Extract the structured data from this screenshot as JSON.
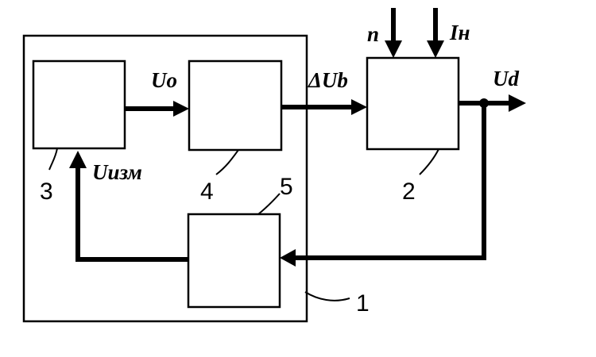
{
  "diagram": {
    "blocks": [
      {
        "id": "1",
        "label": "1"
      },
      {
        "id": "2",
        "label": "2"
      },
      {
        "id": "3",
        "label": "3"
      },
      {
        "id": "4",
        "label": "4"
      },
      {
        "id": "5",
        "label": "5"
      }
    ],
    "signals": {
      "u0": "Uo",
      "delta_ub": "ΔUb",
      "ud": "Ud",
      "u_izm": "Uизм",
      "n": "n",
      "i_n": "Iн"
    }
  }
}
